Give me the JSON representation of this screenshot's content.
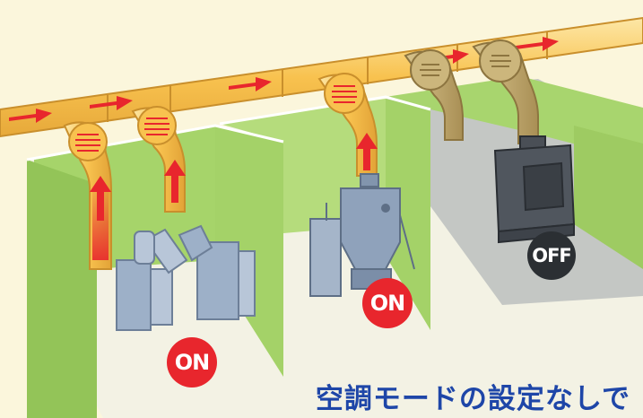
{
  "badges": {
    "left_status": "ON",
    "middle_status": "ON",
    "right_status": "OFF"
  },
  "caption": "空調モードの設定なしで",
  "colors": {
    "duct": "#f6c862",
    "duct_edge": "#c98f2c",
    "duct_off": "#c6ad72",
    "airflow_arrow": "#e8262d",
    "wall_green": "#a6d46a",
    "on_badge": "#e8262d",
    "off_badge": "#2b2f33",
    "caption_text": "#1e46a8"
  }
}
